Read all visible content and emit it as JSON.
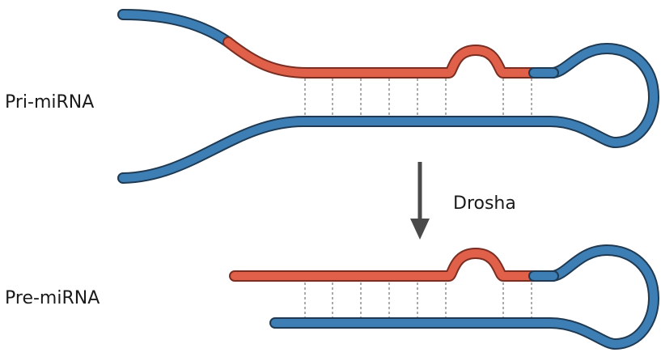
{
  "labels": {
    "pri": "Pri-miRNA",
    "pre": "Pre-miRNA",
    "enzyme": "Drosha"
  },
  "colors": {
    "blue_strand": "#3d7fb5",
    "red_strand": "#e0604a",
    "arrow": "#4a4a4a"
  }
}
